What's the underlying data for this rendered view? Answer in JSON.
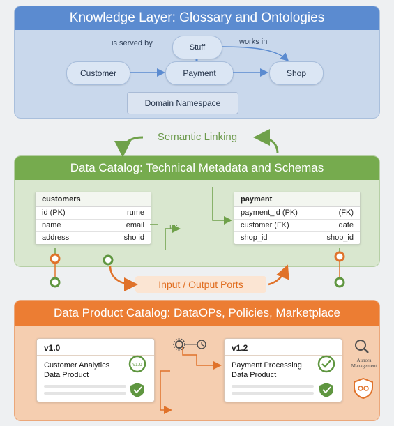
{
  "knowledge_layer": {
    "title": "Knowledge Layer: Glossary and Ontologies",
    "entities": {
      "customer": "Customer",
      "staff": "Stuff",
      "payment": "Payment",
      "shop": "Shop"
    },
    "relations": {
      "served_by": "is served by",
      "works_in": "works in"
    },
    "namespace": "Domain Namespace"
  },
  "semantic_linking": "Semantic Linking",
  "data_catalog": {
    "title": "Data Catalog: Technical Metadata and Schemas",
    "fk_label": "FK",
    "tables": [
      {
        "name": "customers",
        "rows": [
          [
            "id (PK)",
            "rume"
          ],
          [
            "name",
            "email"
          ],
          [
            "address",
            "sho id"
          ]
        ]
      },
      {
        "name": "payment",
        "rows": [
          [
            "payment_id (PK)",
            "(FK)"
          ],
          [
            "customer (FK)",
            "date"
          ],
          [
            "shop_id",
            "shop_id"
          ]
        ]
      }
    ]
  },
  "ports_label": "Input / Output Ports",
  "product_catalog": {
    "title": "Data Product Catalog: DataOPs, Policies, Marketplace",
    "products": [
      {
        "version": "v1.0",
        "name_line1": "Customer Analytics",
        "name_line2": "Data Product",
        "badge": "v1.0"
      },
      {
        "version": "v1.2",
        "name_line1": "Payment Processing",
        "name_line2": "Data Product"
      }
    ],
    "side_label_line1": "Aunora",
    "side_label_line2": "Management"
  },
  "colors": {
    "knowledge_header": "#5b8bd0",
    "catalog_header": "#76ab4e",
    "product_header": "#ec7d33",
    "port_ring": "#e0722a",
    "port_green": "#5f9640"
  }
}
